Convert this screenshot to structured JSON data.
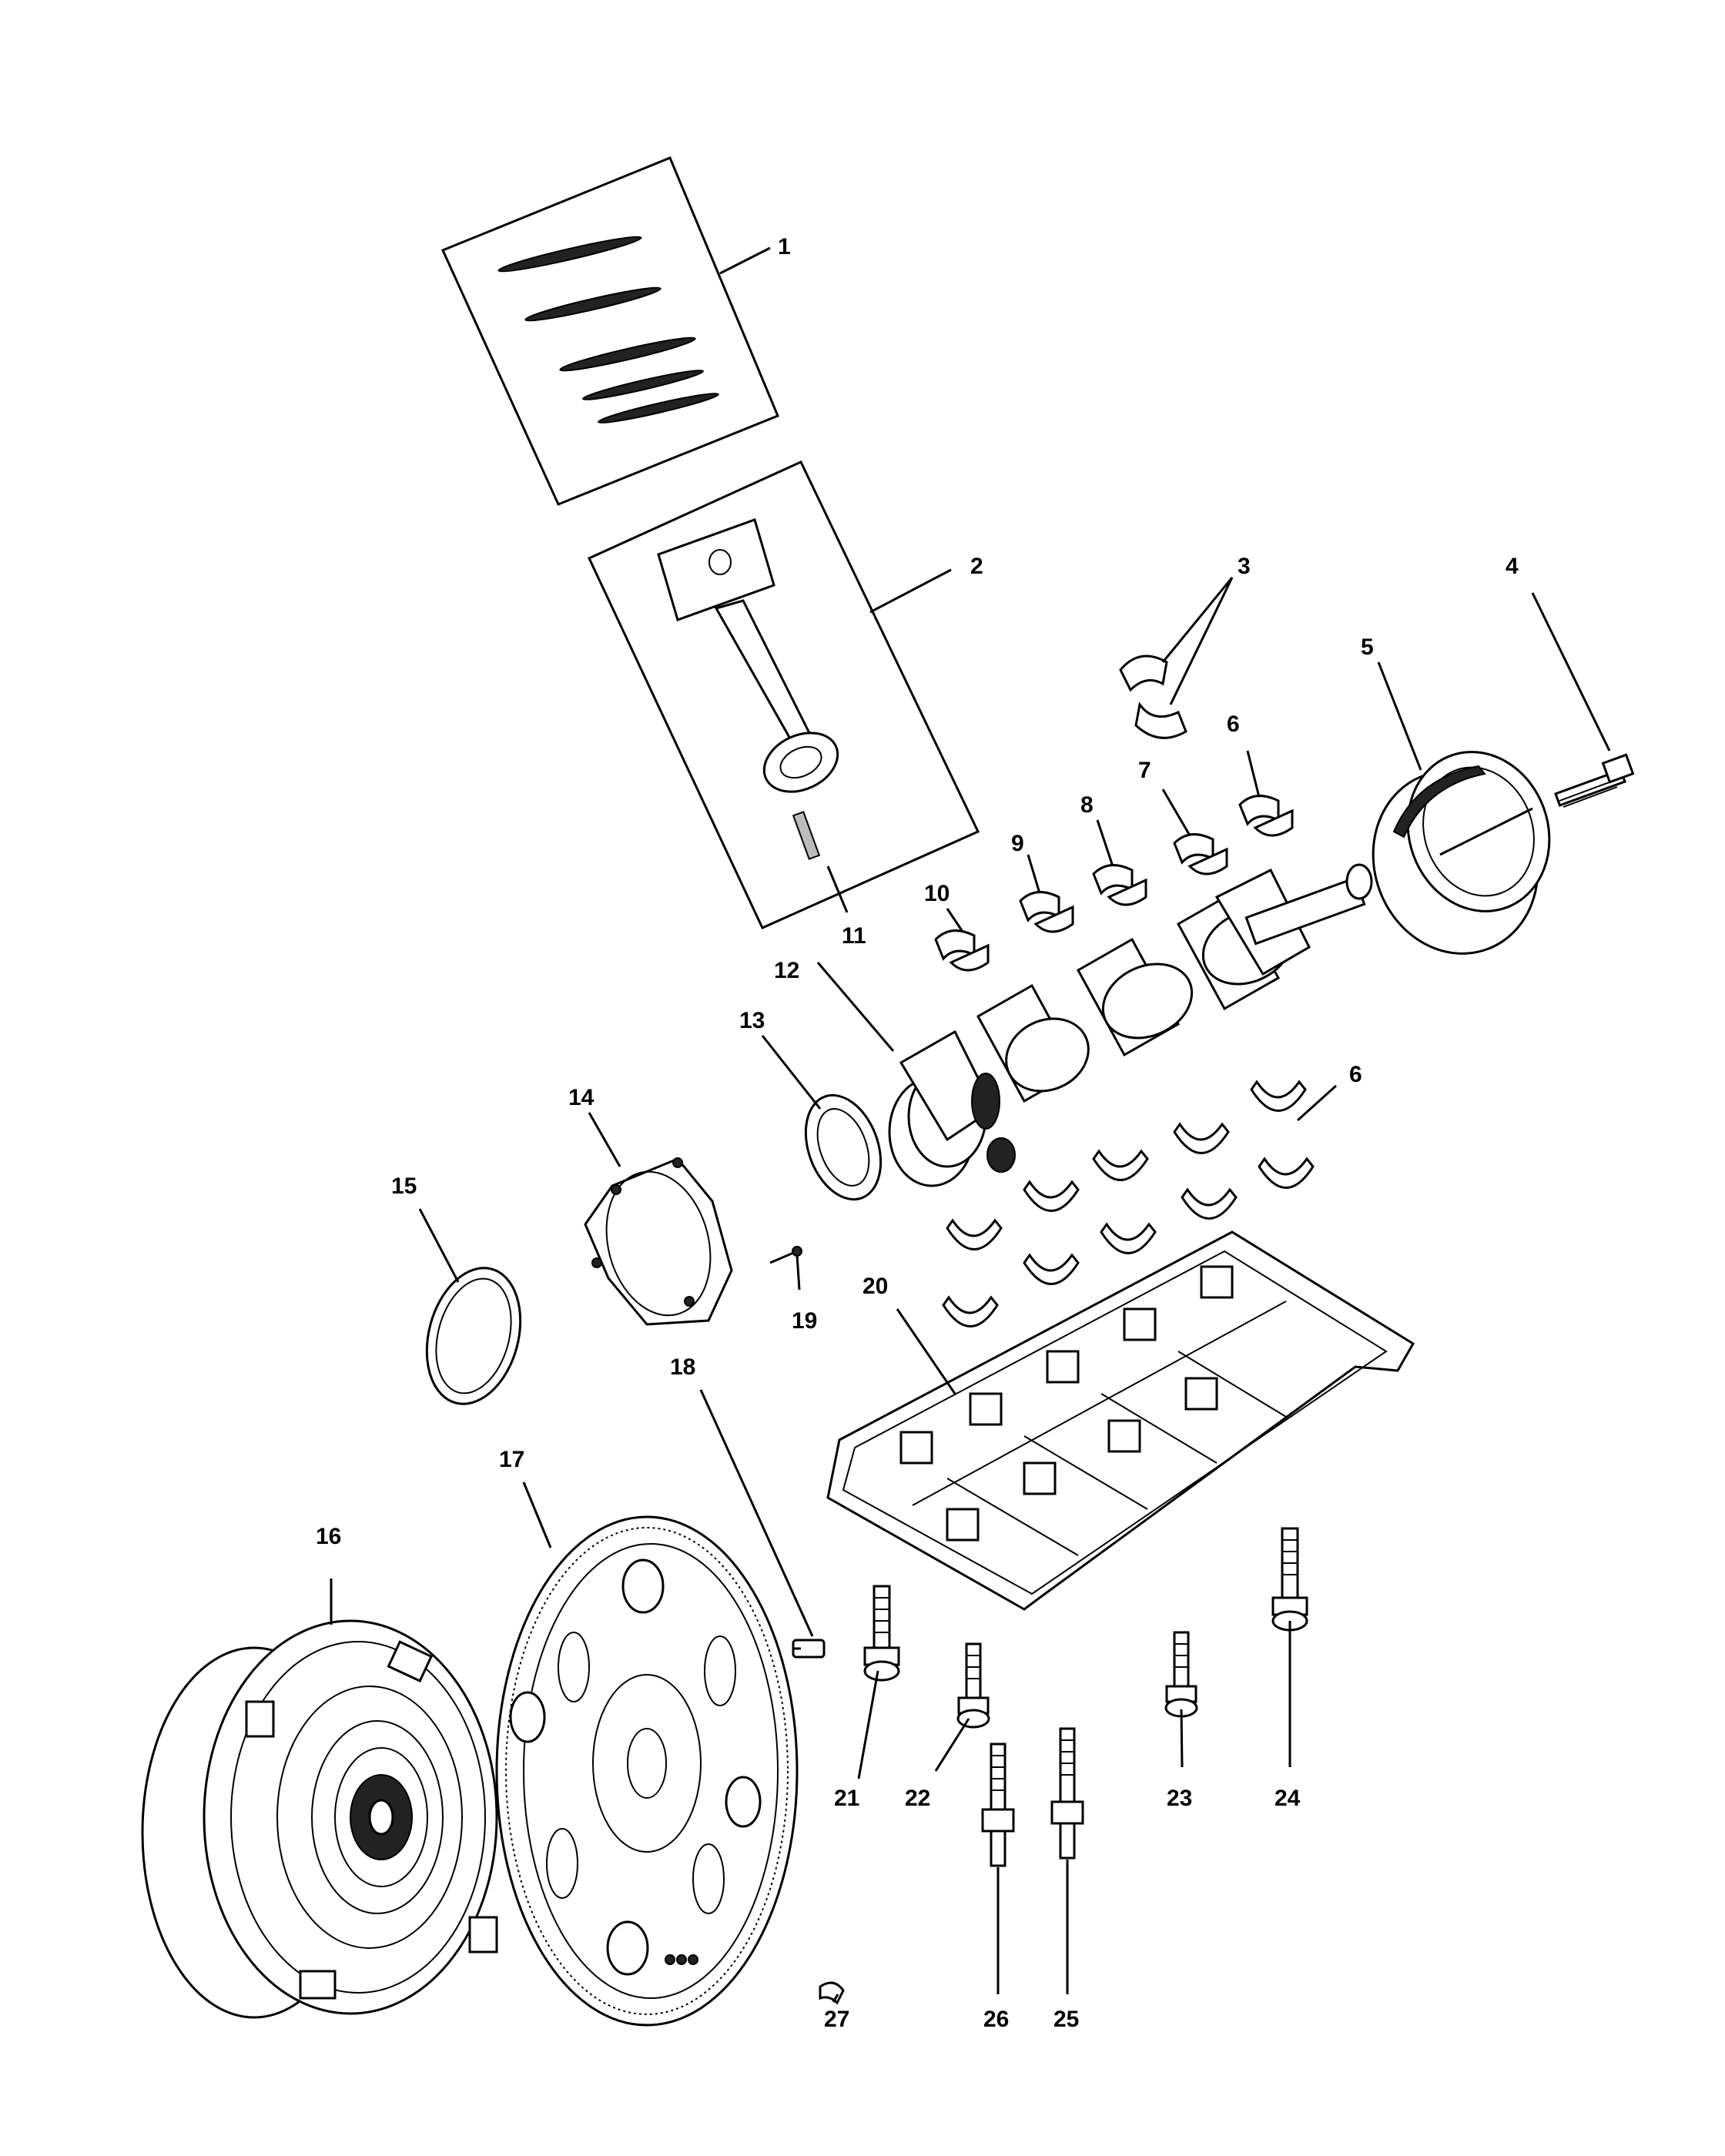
{
  "callouts": [
    {
      "id": "c1",
      "text": "1"
    },
    {
      "id": "c2",
      "text": "2"
    },
    {
      "id": "c3",
      "text": "3"
    },
    {
      "id": "c4",
      "text": "4"
    },
    {
      "id": "c5",
      "text": "5"
    },
    {
      "id": "c6a",
      "text": "6"
    },
    {
      "id": "c6b",
      "text": "6"
    },
    {
      "id": "c7",
      "text": "7"
    },
    {
      "id": "c8",
      "text": "8"
    },
    {
      "id": "c9",
      "text": "9"
    },
    {
      "id": "c10",
      "text": "10"
    },
    {
      "id": "c11",
      "text": "11"
    },
    {
      "id": "c12",
      "text": "12"
    },
    {
      "id": "c13",
      "text": "13"
    },
    {
      "id": "c14",
      "text": "14"
    },
    {
      "id": "c15",
      "text": "15"
    },
    {
      "id": "c16",
      "text": "16"
    },
    {
      "id": "c17",
      "text": "17"
    },
    {
      "id": "c18",
      "text": "18"
    },
    {
      "id": "c19",
      "text": "19"
    },
    {
      "id": "c20",
      "text": "20"
    },
    {
      "id": "c21",
      "text": "21"
    },
    {
      "id": "c22",
      "text": "22"
    },
    {
      "id": "c23",
      "text": "23"
    },
    {
      "id": "c24",
      "text": "24"
    },
    {
      "id": "c25",
      "text": "25"
    },
    {
      "id": "c26",
      "text": "26"
    },
    {
      "id": "c27",
      "text": "27"
    }
  ]
}
